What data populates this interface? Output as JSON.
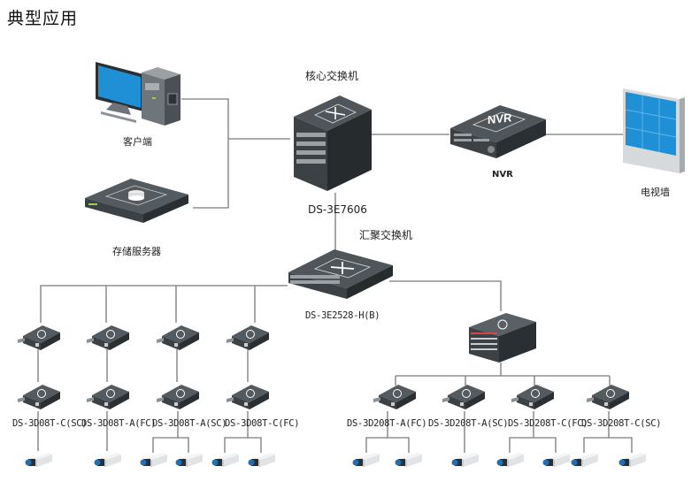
{
  "title": "典型应用",
  "nodes": {
    "client": {
      "label": "客户端"
    },
    "storage_server": {
      "label": "存储服务器"
    },
    "core_switch": {
      "title": "核心交换机",
      "model": "DS-3E7606"
    },
    "nvr": {
      "label": "NVR",
      "badge": "NVR"
    },
    "video_wall": {
      "label": "电视墙"
    },
    "aggregation_switch": {
      "title": "汇聚交换机",
      "model": "DS-3E2528-H(B)"
    },
    "chassis": {
      "label": ""
    }
  },
  "left_converters": [
    {
      "model": "DS-3D08T-C(SC)",
      "cameras": 1
    },
    {
      "model": "DS-3D08T-A(FC)",
      "cameras": 1
    },
    {
      "model": "DS-3D08T-A(SC)",
      "cameras": 2
    },
    {
      "model": "DS-3D08T-C(FC)",
      "cameras": 2
    }
  ],
  "right_converters": [
    {
      "model": "DS-3D208T-A(FC)",
      "cameras": 2
    },
    {
      "model": "DS-3D208T-A(SC)",
      "cameras": 1
    },
    {
      "model": "DS-3D208T-C(FC)",
      "cameras": 2
    },
    {
      "model": "DS-3D208T-C(SC)",
      "cameras": 2
    }
  ],
  "colors": {
    "wire": "#7a7a7a",
    "device_dark": "#3d4347",
    "device_top": "#545b60",
    "screen_blue": "#1f8fd6",
    "camera_lens": "#1e6fb8"
  }
}
